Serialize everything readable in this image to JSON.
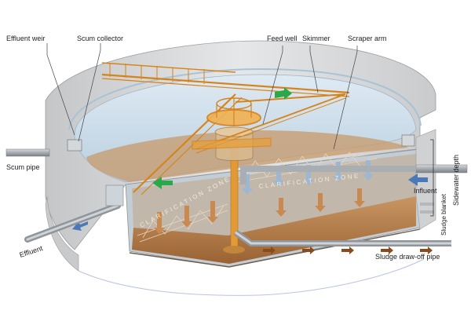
{
  "labels": {
    "effluent_weir": "Effluent weir",
    "scum_collector": "Scum collector",
    "feed_well": "Feed well",
    "skimmer": "Skimmer",
    "scraper_arm": "Scraper arm",
    "scum_pipe": "Scum pipe",
    "influent": "Influent",
    "sidewater_depth": "Sidewater depth",
    "sludge_blanket": "Sludge blanket",
    "effluent": "Effluent",
    "sludge_draw_off_pipe": "Sludge draw-off pipe",
    "clarification_zone_right": "CLARIFICATION ZONE",
    "clarification_zone_left": "CLARIFICATION ZONE"
  },
  "colors": {
    "tank_wall": "#d9dadb",
    "water": "#cfe0ec",
    "sludge": "#b98049",
    "bridge": "#f0a030",
    "flow_arrow_green": "#2aa84a",
    "flow_arrow_blue": "#4a78b8",
    "flow_arrow_brown": "#8a4a1c",
    "pipe": "#9aa0a6"
  }
}
